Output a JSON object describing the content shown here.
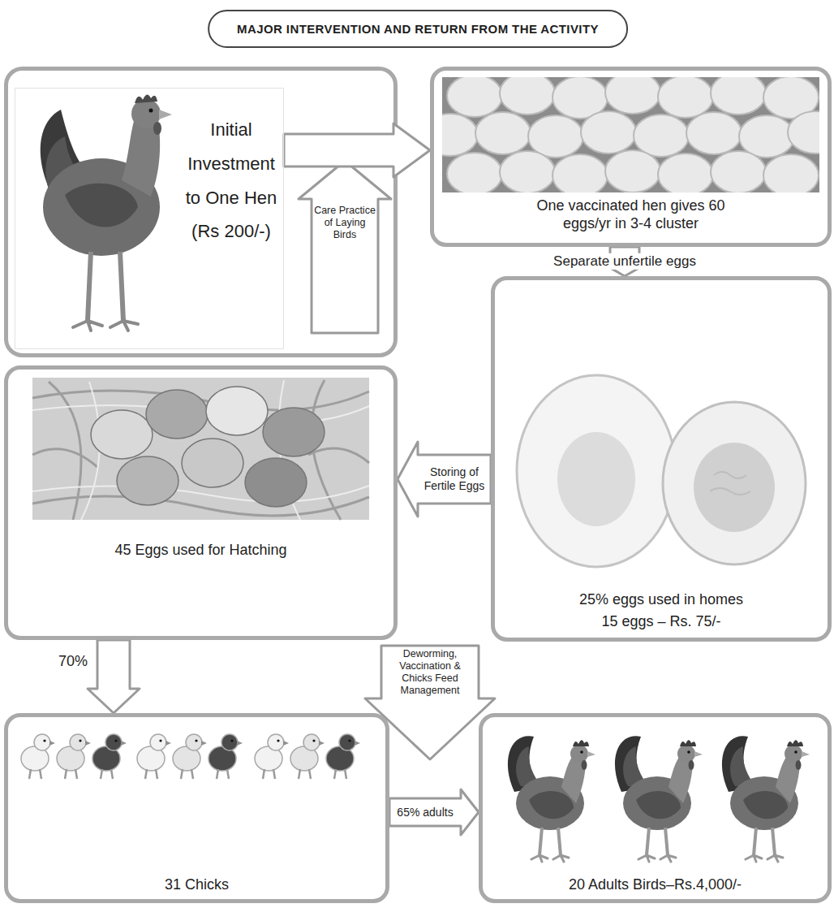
{
  "diagram": {
    "title": "MAJOR INTERVENTION AND RETURN FROM THE ACTIVITY",
    "nodes": [
      {
        "text": [
          "Initial Investment to One Hen (Rs 200/-)"
        ]
      },
      {
        "text": [
          "One vaccinated hen gives 60 eggs/yr in 3-4 cluster"
        ]
      },
      {
        "text": [
          "45 Eggs used for Hatching"
        ]
      },
      {
        "text": [
          "25% eggs used in homes",
          "15 eggs – Rs. 75/-"
        ]
      },
      {
        "text": [
          "31 Chicks"
        ]
      },
      {
        "text": [
          "20 Adults Birds–Rs.4,000/-"
        ]
      }
    ],
    "edges": [
      {
        "from": 0,
        "to": 1,
        "arrow": "to"
      },
      {
        "from": 1,
        "to": 3,
        "label": "Separate unfertile eggs",
        "arrow": "to"
      },
      {
        "from": 3,
        "to": 2,
        "label": "Storing of Fertile Eggs",
        "arrow": "to"
      },
      {
        "from": 2,
        "to": 4,
        "label": "70%",
        "arrow": "to"
      },
      {
        "from": 4,
        "to": 5,
        "label": "65% adults",
        "arrow": "to"
      }
    ],
    "labels": [
      "Care Practice of Laying Birds",
      "Deworming, Vaccination & Chicks Feed Management"
    ]
  }
}
